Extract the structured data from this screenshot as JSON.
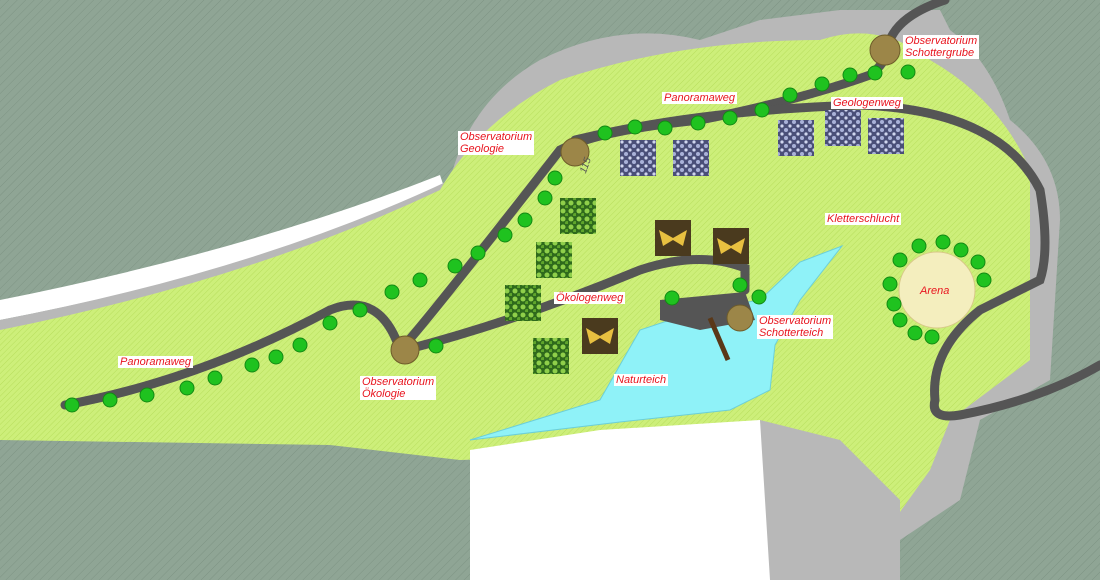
{
  "labels": {
    "obs_schottergrube": "Observatorium\nSchottergrube",
    "panoramaweg_top": "Panoramaweg",
    "geologenweg": "Geologenweg",
    "obs_geologie": "Observatorium\nGeologie",
    "kletterschlucht": "Kletterschlucht",
    "arena": "Arena",
    "oekologenweg": "Ökologenweg",
    "obs_schotterteich": "Observatorium\nSchotterteich",
    "naturteich": "Naturteich",
    "obs_oekologie": "Observatorium\nÖkologie",
    "panoramaweg_left": "Panoramaweg",
    "contour_115": "115"
  },
  "colors": {
    "terrain": "#8fa595",
    "meadow": "#cdef7a",
    "path": "#555555",
    "water": "#8ff2f8",
    "tree": "#1fc21f",
    "label_text": "#e8141e",
    "observatory": "#9c8648"
  }
}
